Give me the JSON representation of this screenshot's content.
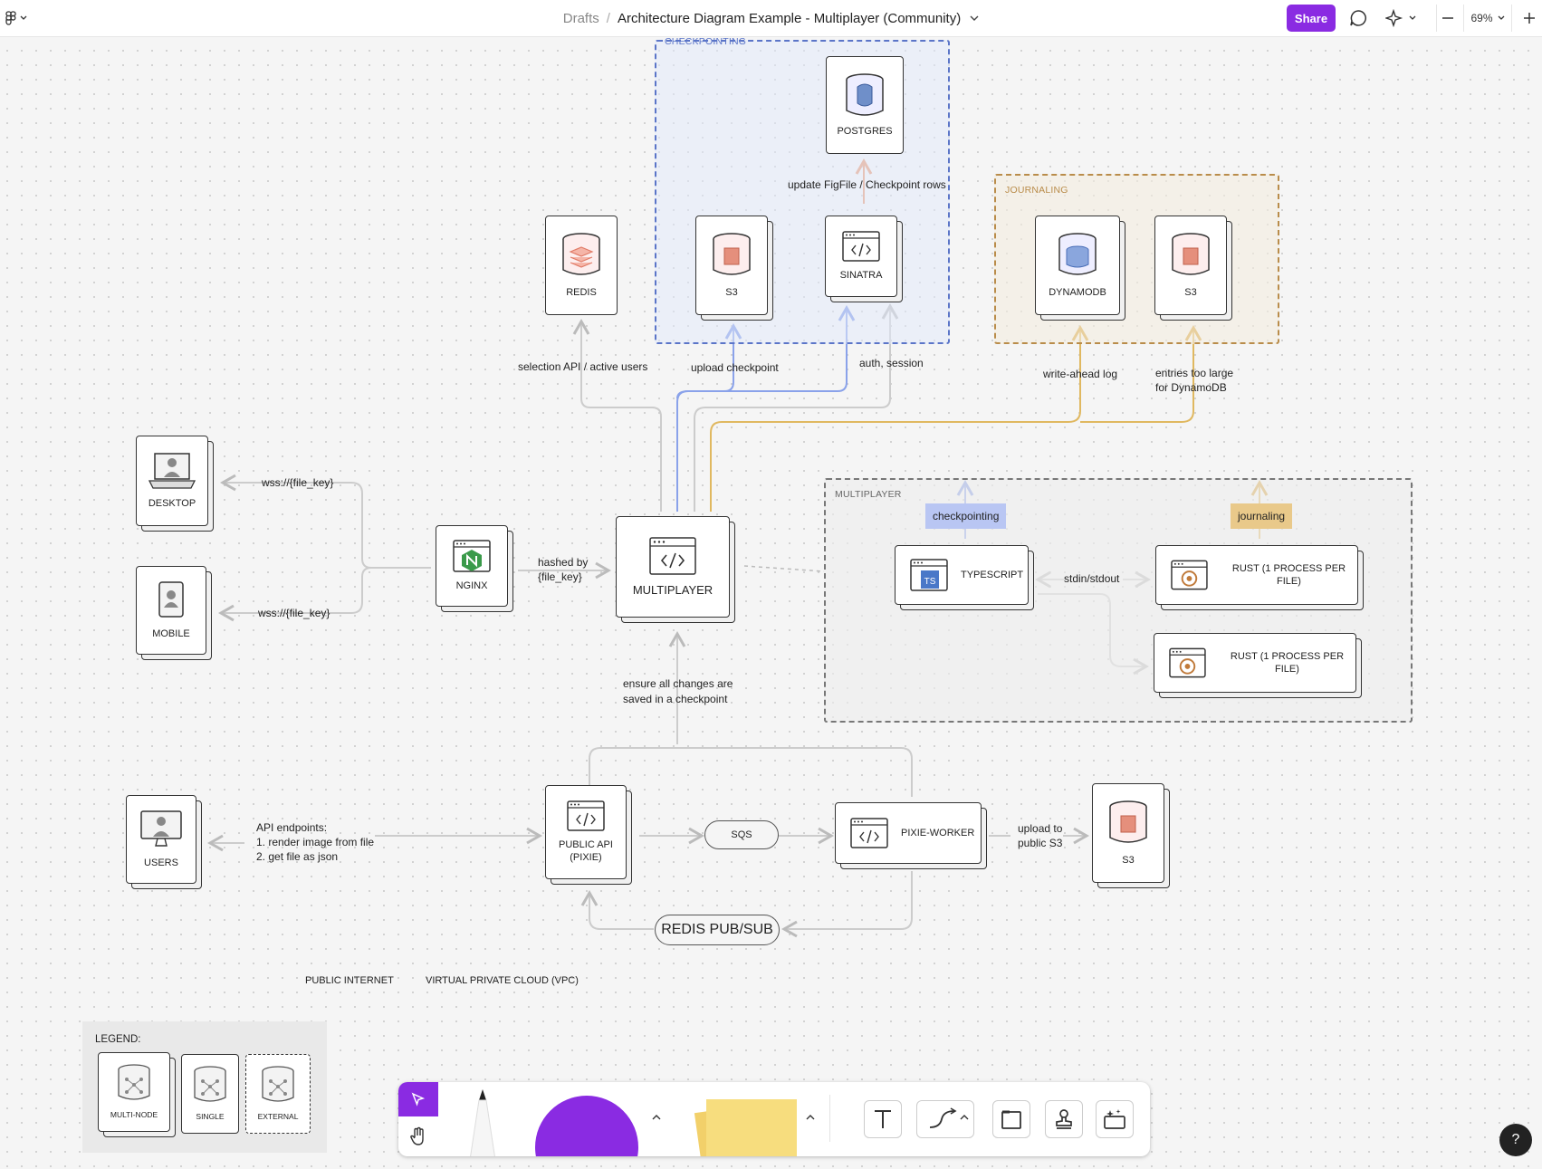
{
  "topbar": {
    "breadcrumb_root": "Drafts",
    "separator": "/",
    "file_title": "Architecture Diagram Example - Multiplayer (Community)",
    "share_label": "Share",
    "zoom_level": "69%"
  },
  "groups": {
    "checkpointing": "CHECKPOINTING",
    "journaling": "JOURNALING",
    "multiplayer": "MULTIPLAYER"
  },
  "nodes": {
    "postgres": "POSTGRES",
    "redis": "REDIS",
    "s3_checkpoint": "S3",
    "sinatra": "SINATRA",
    "dynamodb": "DYNAMODB",
    "s3_journal": "S3",
    "desktop": "DESKTOP",
    "mobile": "MOBILE",
    "nginx": "NGINX",
    "multiplayer": "MULTIPLAYER",
    "typescript": "TYPESCRIPT",
    "rust_1": "RUST (1 PROCESS PER FILE)",
    "rust_2": "RUST (1 PROCESS PER FILE)",
    "users": "USERS",
    "public_api_1": "PUBLIC API",
    "public_api_2": "(PIXIE)",
    "sqs": "SQS",
    "pixie_worker": "PIXIE-WORKER",
    "s3_public": "S3",
    "redis_pubsub": "REDIS PUB/SUB"
  },
  "edge_labels": {
    "update_rows": "update FigFile / Checkpoint rows",
    "selection_api": "selection API / active users",
    "upload_checkpoint": "upload checkpoint",
    "auth_session": "auth, session",
    "write_ahead": "write-ahead log",
    "entries_large_1": "entries too large",
    "entries_large_2": "for DynamoDB",
    "wss_desktop": "wss://{file_key}",
    "wss_mobile": "wss://{file_key}",
    "hashed_1": "hashed by",
    "hashed_2": "{file_key}",
    "stdin": "stdin/stdout",
    "checkpointing_tag": "checkpointing",
    "journaling_tag": "journaling",
    "ensure_1": "ensure all changes are",
    "ensure_2": "saved in a checkpoint",
    "api_1": "API endpoints:",
    "api_2": "1. render image from file",
    "api_3": "2. get file as json",
    "upload_public_1": "upload to",
    "upload_public_2": "public S3"
  },
  "zones": {
    "public_internet": "PUBLIC INTERNET",
    "vpc": "VIRTUAL PRIVATE CLOUD (VPC)"
  },
  "legend": {
    "title": "LEGEND:",
    "multi_node": "MULTI-NODE",
    "single": "SINGLE",
    "external": "EXTERNAL"
  },
  "help": "?",
  "colors": {
    "accent": "#8a2be2",
    "checkpoint_blue": "#6b86d6",
    "journal_orange": "#d7a23a",
    "redis_red": "#e07a66"
  }
}
